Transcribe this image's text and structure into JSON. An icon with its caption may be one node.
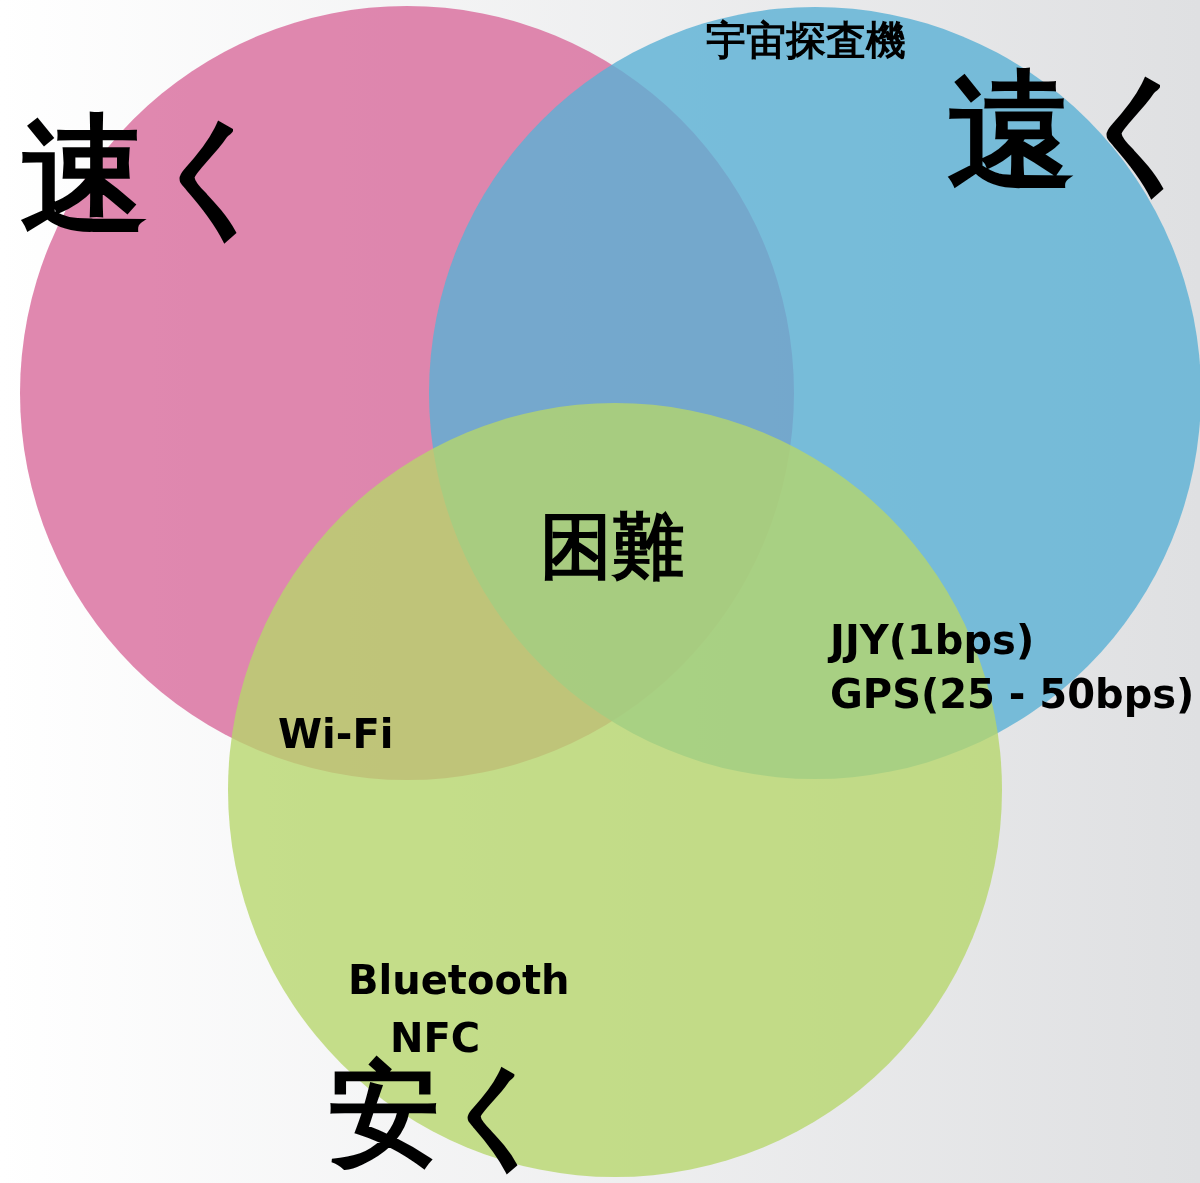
{
  "diagram": {
    "nodes": [
      {
        "text": [
          "速く"
        ]
      },
      {
        "text": [
          "遠く"
        ]
      },
      {
        "text": [
          "安く"
        ]
      }
    ],
    "labels": [
      "宇宙探査機",
      "困難",
      "JJY(1bps)",
      "GPS(25 - 50bps)",
      "Wi-Fi",
      "Bluetooth",
      "NFC"
    ]
  }
}
